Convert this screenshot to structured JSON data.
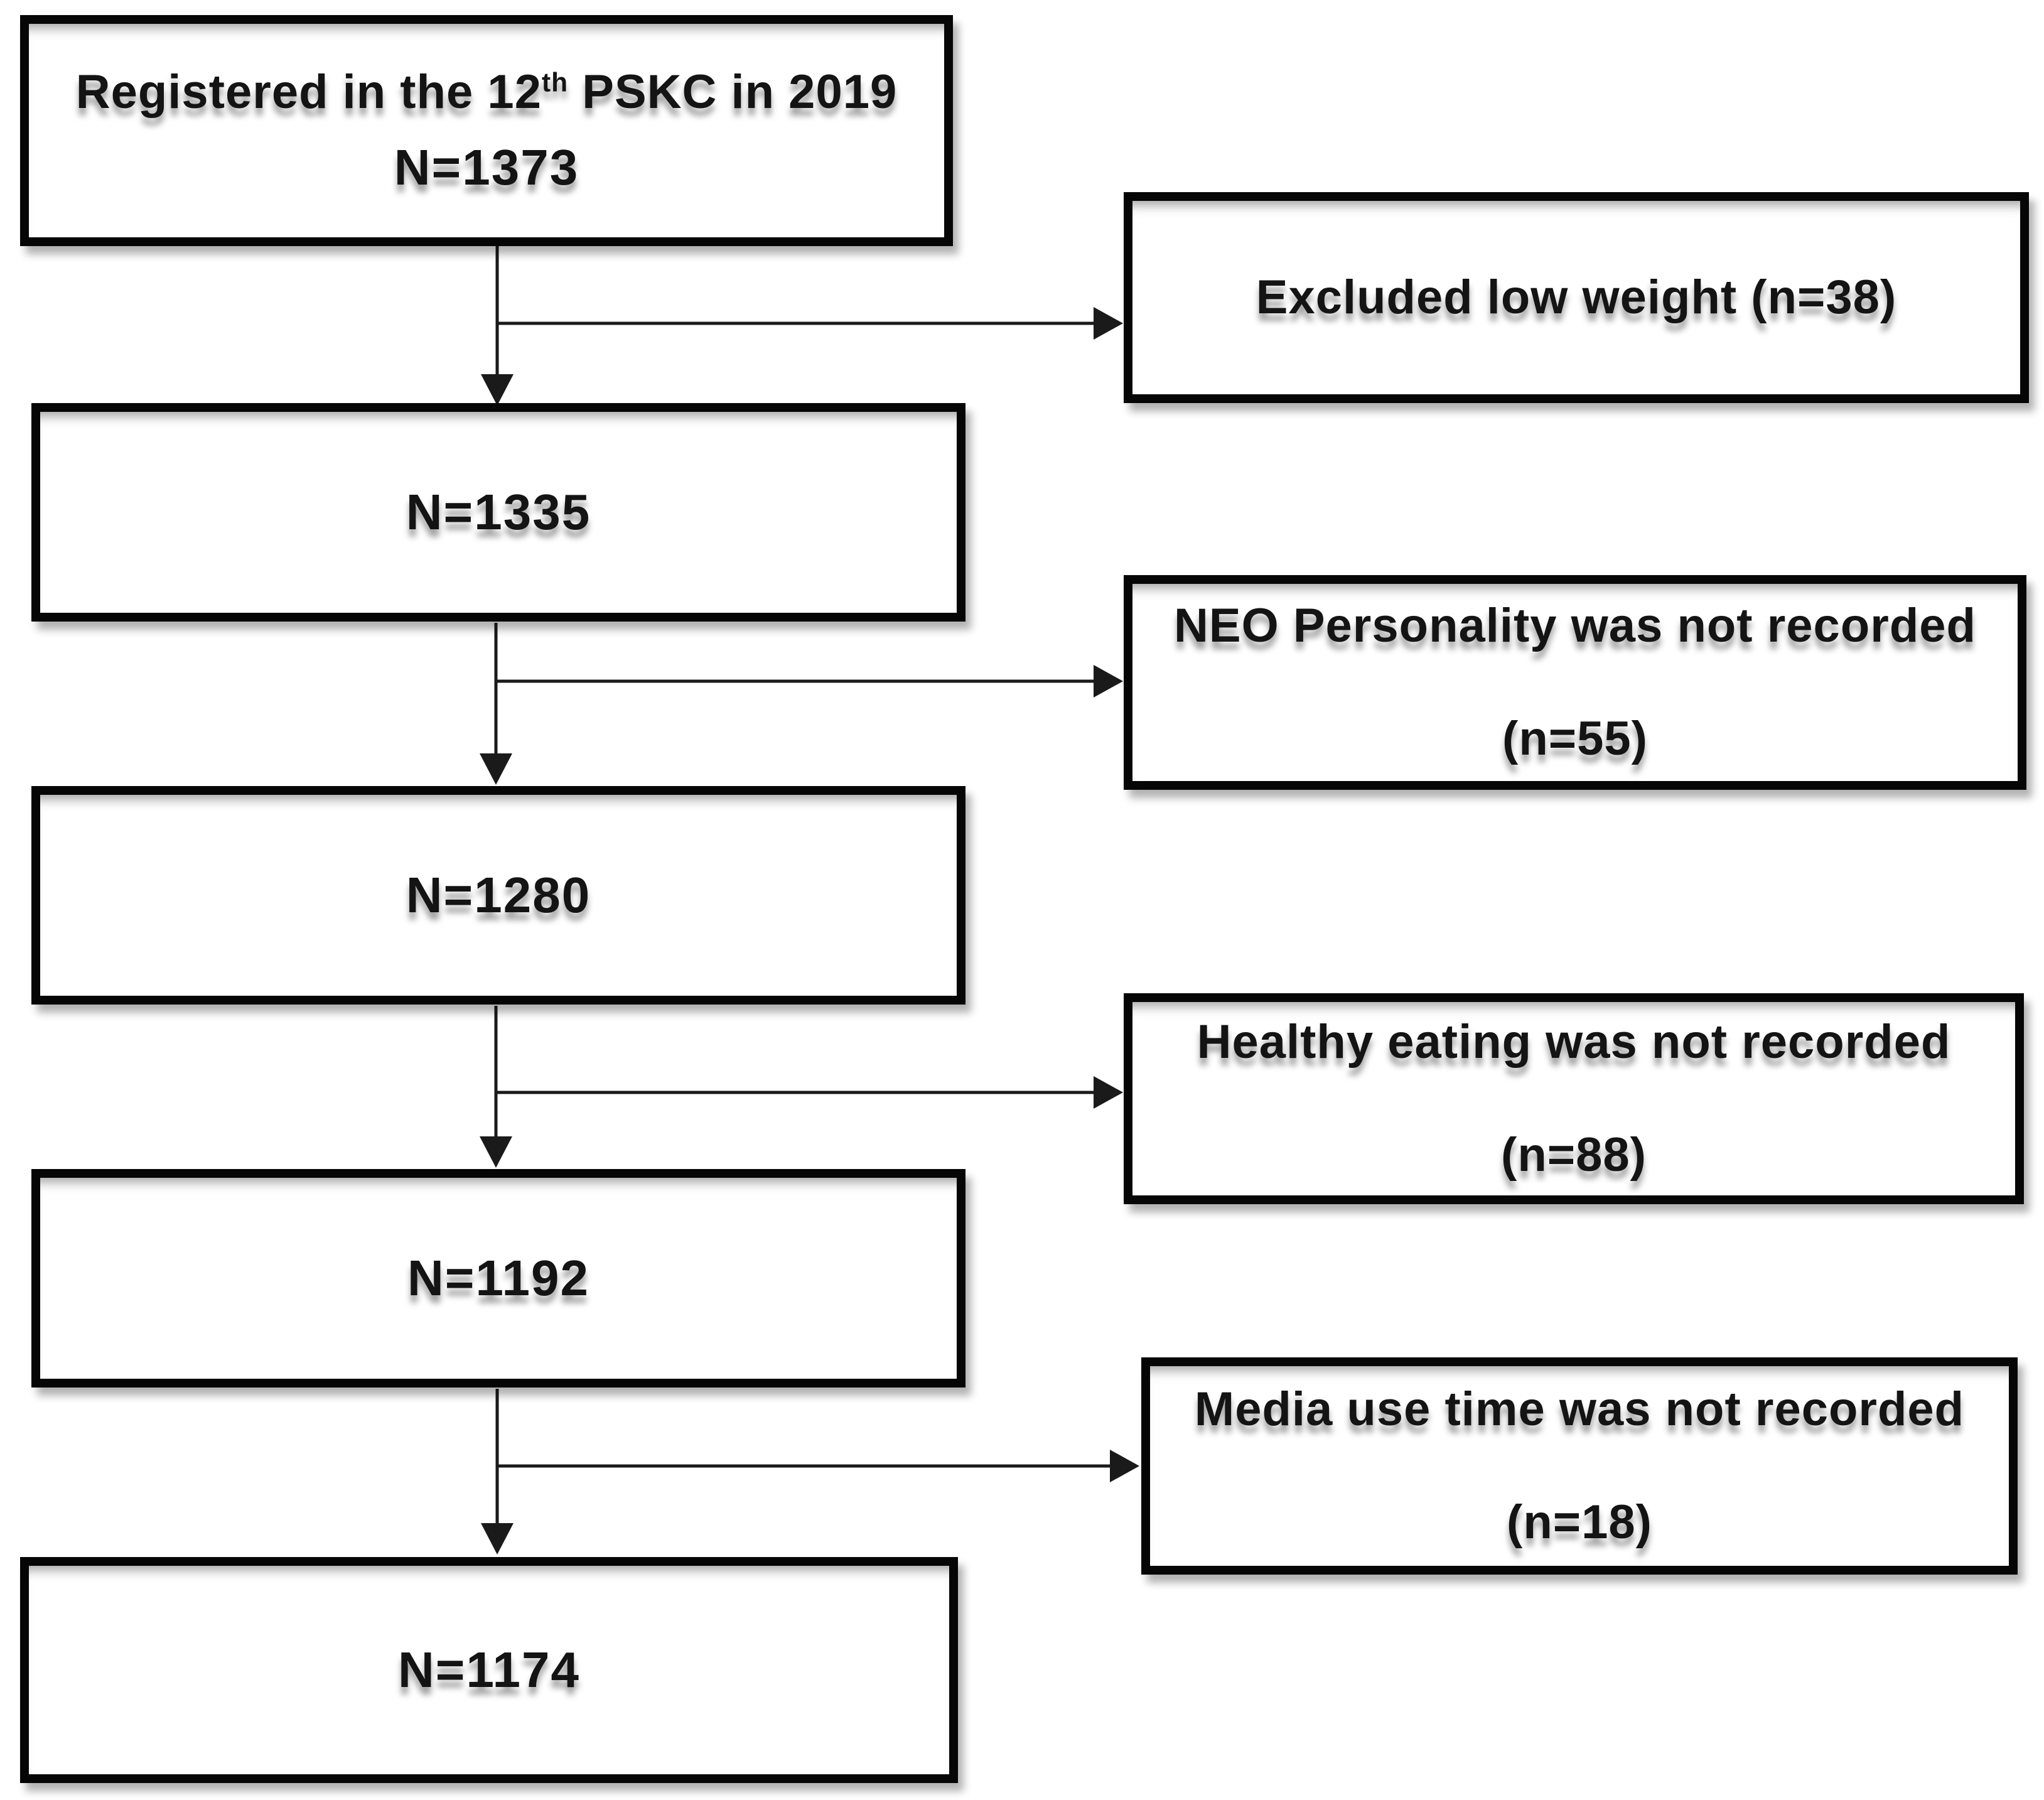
{
  "figure": {
    "background": "#ffffff",
    "border_color": "#060606",
    "text_color": "#141414",
    "steps": [
      {
        "label_prefix": "Registered in the 12",
        "label_sup": "th",
        "label_suffix": " PSKC in 2019",
        "n": "N=1373"
      },
      {
        "n": "N=1335"
      },
      {
        "n": "N=1280"
      },
      {
        "n": "N=1192"
      },
      {
        "n": "N=1174"
      }
    ],
    "exclusions": [
      {
        "lines": [
          "Excluded low weight (n=38)"
        ]
      },
      {
        "lines": [
          "NEO Personality was not recorded",
          "(n=55)"
        ]
      },
      {
        "lines": [
          "Healthy eating was not recorded",
          "(n=88)"
        ]
      },
      {
        "lines": [
          "Media use time was not recorded",
          "(n=18)"
        ]
      }
    ]
  }
}
